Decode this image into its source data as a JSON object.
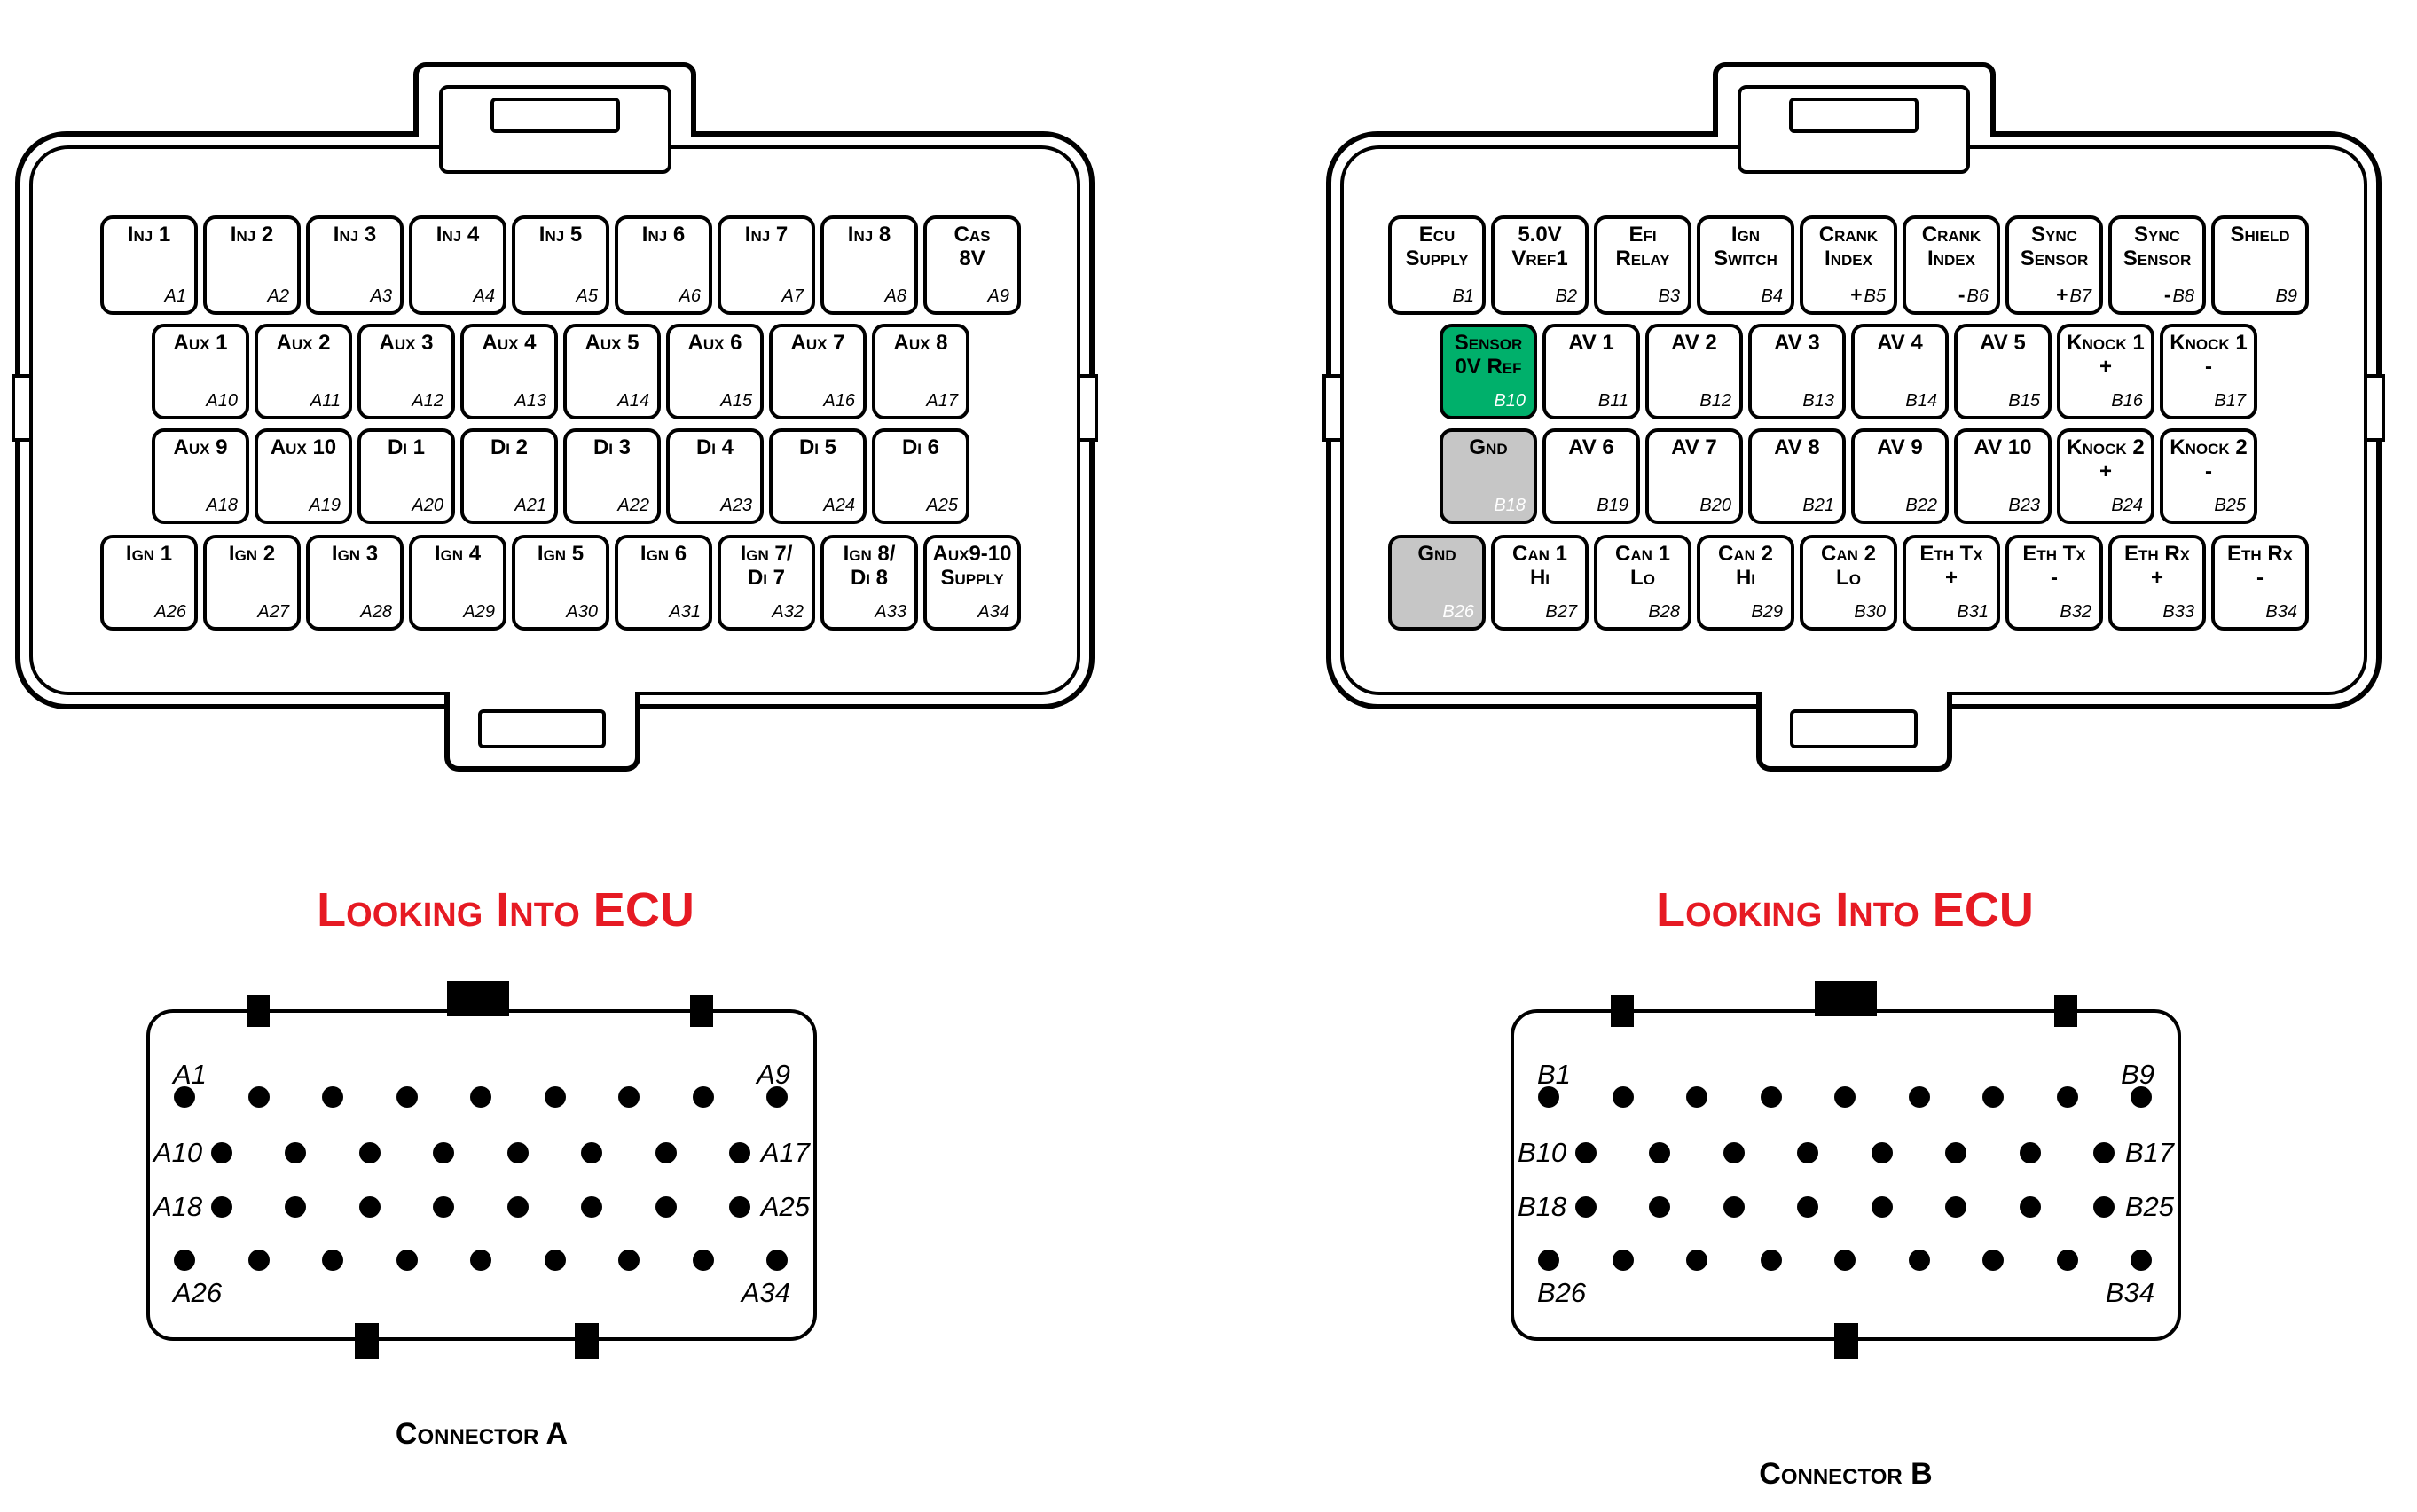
{
  "colors": {
    "highlight_green": "#00b06b",
    "highlight_gray": "#c6c6c6",
    "title_red": "#e61a23"
  },
  "connectors": [
    {
      "id": "A",
      "looking_title": "Looking Into ECU",
      "caption": "Connector A",
      "pin_rows": [
        [
          {
            "label": "Inj 1",
            "pin": "A1"
          },
          {
            "label": "Inj 2",
            "pin": "A2"
          },
          {
            "label": "Inj 3",
            "pin": "A3"
          },
          {
            "label": "Inj 4",
            "pin": "A4"
          },
          {
            "label": "Inj 5",
            "pin": "A5"
          },
          {
            "label": "Inj 6",
            "pin": "A6"
          },
          {
            "label": "Inj 7",
            "pin": "A7"
          },
          {
            "label": "Inj 8",
            "pin": "A8"
          },
          {
            "label": "Cas\n8V",
            "pin": "A9"
          }
        ],
        [
          {
            "label": "Aux 1",
            "pin": "A10"
          },
          {
            "label": "Aux 2",
            "pin": "A11"
          },
          {
            "label": "Aux 3",
            "pin": "A12"
          },
          {
            "label": "Aux 4",
            "pin": "A13"
          },
          {
            "label": "Aux 5",
            "pin": "A14"
          },
          {
            "label": "Aux 6",
            "pin": "A15"
          },
          {
            "label": "Aux 7",
            "pin": "A16"
          },
          {
            "label": "Aux 8",
            "pin": "A17"
          }
        ],
        [
          {
            "label": "Aux 9",
            "pin": "A18"
          },
          {
            "label": "Aux 10",
            "pin": "A19"
          },
          {
            "label": "Di 1",
            "pin": "A20"
          },
          {
            "label": "Di 2",
            "pin": "A21"
          },
          {
            "label": "Di 3",
            "pin": "A22"
          },
          {
            "label": "Di 4",
            "pin": "A23"
          },
          {
            "label": "Di 5",
            "pin": "A24"
          },
          {
            "label": "Di 6",
            "pin": "A25"
          }
        ],
        [
          {
            "label": "Ign 1",
            "pin": "A26"
          },
          {
            "label": "Ign 2",
            "pin": "A27"
          },
          {
            "label": "Ign 3",
            "pin": "A28"
          },
          {
            "label": "Ign 4",
            "pin": "A29"
          },
          {
            "label": "Ign 5",
            "pin": "A30"
          },
          {
            "label": "Ign 6",
            "pin": "A31"
          },
          {
            "label": "Ign 7/\nDi 7",
            "pin": "A32"
          },
          {
            "label": "Ign 8/\nDi 8",
            "pin": "A33"
          },
          {
            "label": "Aux9-10\nSupply",
            "pin": "A34"
          }
        ]
      ],
      "face_labels": {
        "tl": "A1",
        "tr": "A9",
        "ml1": "A10",
        "mr1": "A17",
        "ml2": "A18",
        "mr2": "A25",
        "bl": "A26",
        "br": "A34"
      },
      "face_dot_rows": [
        9,
        8,
        8,
        9
      ]
    },
    {
      "id": "B",
      "looking_title": "Looking Into ECU",
      "caption": "Connector B",
      "pin_rows": [
        [
          {
            "label": "Ecu\nSupply",
            "pin": "B1"
          },
          {
            "label": "5.0V\nVref1",
            "pin": "B2"
          },
          {
            "label": "Efi\nRelay",
            "pin": "B3"
          },
          {
            "label": "Ign\nSwitch",
            "pin": "B4"
          },
          {
            "label": "Crank\nIndex",
            "sign": "+",
            "pin": "B5"
          },
          {
            "label": "Crank\nIndex",
            "sign": "-",
            "pin": "B6"
          },
          {
            "label": "Sync\nSensor",
            "sign": "+",
            "pin": "B7"
          },
          {
            "label": "Sync\nSensor",
            "sign": "-",
            "pin": "B8"
          },
          {
            "label": "Shield",
            "pin": "B9"
          }
        ],
        [
          {
            "label": "Sensor\n0V Ref",
            "pin": "B10",
            "bg": "green"
          },
          {
            "label": "AV 1",
            "pin": "B11"
          },
          {
            "label": "AV 2",
            "pin": "B12"
          },
          {
            "label": "AV 3",
            "pin": "B13"
          },
          {
            "label": "AV 4",
            "pin": "B14"
          },
          {
            "label": "AV 5",
            "pin": "B15"
          },
          {
            "label": "Knock 1\n+",
            "pin": "B16"
          },
          {
            "label": "Knock 1\n-",
            "pin": "B17"
          }
        ],
        [
          {
            "label": "Gnd",
            "pin": "B18",
            "bg": "gray"
          },
          {
            "label": "AV 6",
            "pin": "B19"
          },
          {
            "label": "AV 7",
            "pin": "B20"
          },
          {
            "label": "AV 8",
            "pin": "B21"
          },
          {
            "label": "AV 9",
            "pin": "B22"
          },
          {
            "label": "AV 10",
            "pin": "B23"
          },
          {
            "label": "Knock 2\n+",
            "pin": "B24"
          },
          {
            "label": "Knock 2\n-",
            "pin": "B25"
          }
        ],
        [
          {
            "label": "Gnd",
            "pin": "B26",
            "bg": "gray"
          },
          {
            "label": "Can 1\nHi",
            "pin": "B27"
          },
          {
            "label": "Can 1\nLo",
            "pin": "B28"
          },
          {
            "label": "Can 2\nHi",
            "pin": "B29"
          },
          {
            "label": "Can 2\nLo",
            "pin": "B30"
          },
          {
            "label": "Eth Tx\n+",
            "pin": "B31"
          },
          {
            "label": "Eth Tx\n-",
            "pin": "B32"
          },
          {
            "label": "Eth Rx\n+",
            "pin": "B33"
          },
          {
            "label": "Eth Rx\n-",
            "pin": "B34"
          }
        ]
      ],
      "face_labels": {
        "tl": "B1",
        "tr": "B9",
        "ml1": "B10",
        "mr1": "B17",
        "ml2": "B18",
        "mr2": "B25",
        "bl": "B26",
        "br": "B34"
      },
      "face_dot_rows": [
        9,
        8,
        8,
        9
      ]
    }
  ]
}
